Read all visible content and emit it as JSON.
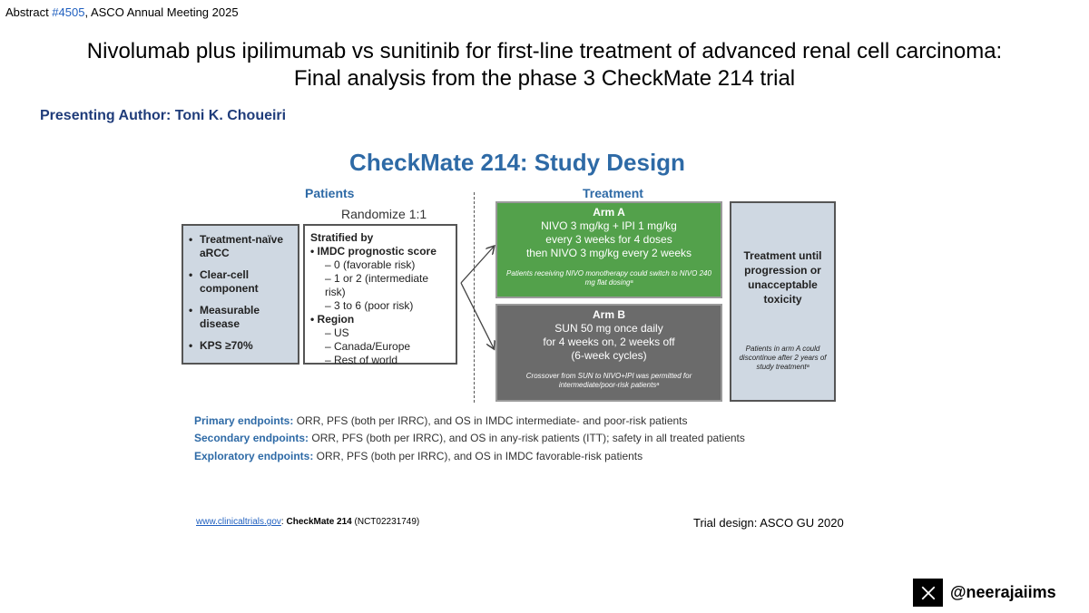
{
  "header": {
    "abstract_prefix": "Abstract ",
    "abstract_number": "#4505",
    "abstract_suffix": ", ASCO Annual Meeting 2025",
    "title_line1": "Nivolumab plus ipilimumab vs sunitinib for first-line treatment of advanced renal cell carcinoma:",
    "title_line2": "Final analysis from the phase 3 CheckMate 214 trial",
    "presenting_author": "Presenting Author: Toni K. Choueiri"
  },
  "design": {
    "title": "CheckMate 214: Study Design",
    "patients_heading": "Patients",
    "treatment_heading": "Treatment",
    "randomize": "Randomize 1:1",
    "criteria": [
      "Treatment-naïve aRCC",
      "Clear-cell component",
      "Measurable disease",
      "KPS ≥70%"
    ],
    "stratified_by": "Stratified by",
    "imdc_label": "IMDC prognostic score",
    "imdc_items": [
      "0 (favorable risk)",
      "1 or 2 (intermediate risk)",
      "3 to 6 (poor risk)"
    ],
    "region_label": "Region",
    "region_items": [
      "US",
      "Canada/Europe",
      "Rest of world"
    ],
    "arm_a": {
      "title": "Arm A",
      "line1": "NIVO 3 mg/kg + IPI 1 mg/kg",
      "line2": "every 3 weeks for 4 doses",
      "line3": "then NIVO 3 mg/kg every 2 weeks",
      "note": "Patients receiving NIVO monotherapy could switch to NIVO 240 mg flat dosingᵃ"
    },
    "arm_b": {
      "title": "Arm B",
      "line1": "SUN 50 mg once daily",
      "line2": "for 4 weeks on, 2 weeks off",
      "line3": "(6-week cycles)",
      "note": "Crossover from SUN to NIVO+IPI was permitted for intermediate/poor-risk patientsᵃ"
    },
    "until": {
      "main": "Treatment until progression or unacceptable toxicity",
      "note": "Patients in arm A could discontinue after 2 years of study treatmentᵃ"
    },
    "endpoints": [
      {
        "label": "Primary endpoints:",
        "text": " ORR, PFS (both per IRRC), and OS in IMDC intermediate- and poor-risk patients"
      },
      {
        "label": "Secondary endpoints:",
        "text": " ORR, PFS (both per IRRC), and OS in any-risk patients (ITT); safety in all treated patients"
      },
      {
        "label": "Exploratory endpoints:",
        "text": " ORR, PFS (both per IRRC), and OS in IMDC favorable-risk patients"
      }
    ]
  },
  "footer": {
    "link": "www.clinicaltrials.gov",
    "sep": ": ",
    "trial_name": "CheckMate 214",
    "nct": " (NCT02231749)",
    "trial_design": "Trial design: ASCO GU 2020",
    "handle": "@neerajaiims"
  },
  "colors": {
    "heading_blue": "#2e6aa6",
    "arm_a_green": "#53a14b",
    "arm_b_gray": "#6b6b6b",
    "box_bluegray": "#cfd8e2"
  }
}
